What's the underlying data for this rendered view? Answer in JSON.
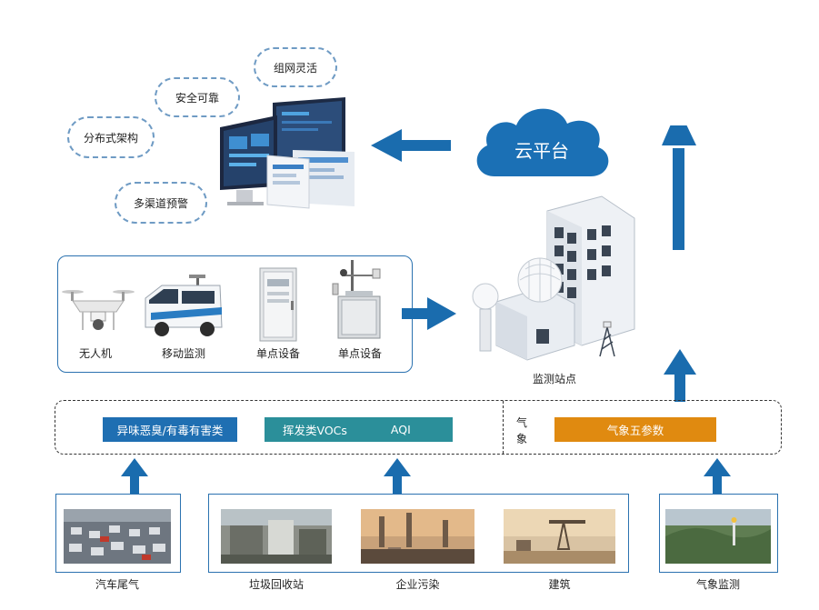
{
  "cloud_tags": {
    "t1": "组网灵活",
    "t2": "安全可靠",
    "t3": "分布式架构",
    "t4": "多渠道预警"
  },
  "cloud_platform": "云平台",
  "devices": [
    {
      "label": "无人机"
    },
    {
      "label": "移动监测"
    },
    {
      "label": "单点设备"
    },
    {
      "label": "单点设备"
    }
  ],
  "station_label": "监测站点",
  "pollutants": {
    "odor": "异味恶臭/有毒有害类",
    "vocs": "挥发类VOCs",
    "aqi": "AQI",
    "weather_side": "气\n象",
    "weather_params": "气象五参数"
  },
  "sources": [
    {
      "label": "汽车尾气"
    },
    {
      "label": "垃圾回收站"
    },
    {
      "label": "企业污染"
    },
    {
      "label": "建筑"
    },
    {
      "label": "气象监测"
    }
  ],
  "colors": {
    "blue": "#1f6fb2",
    "teal": "#2b8f9a",
    "orange": "#e08a10",
    "arrow": "#1a6cae"
  }
}
